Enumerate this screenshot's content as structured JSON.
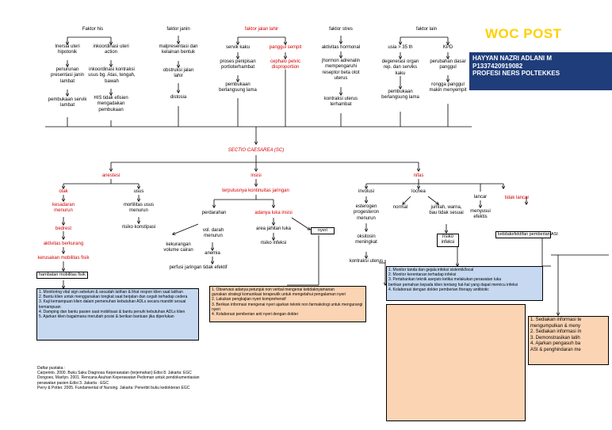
{
  "header": {
    "title": "WOC POST",
    "student_lines": [
      "HAYYAN NAZRI ADLANI M",
      "P1337420919082",
      "PROFESI NERS POLTEKKES"
    ]
  },
  "factors": {
    "his": {
      "label": "Faktor his",
      "left": [
        "Inersia uteri hipotonik",
        "penurunan presentasi janin lambat",
        "pembukaan servik lambat"
      ],
      "right": [
        "inkoordinasi uteri action",
        "inkoordinasi kontraksi usus bg. Atas, tengah, bawah",
        "HIS tidak efisien mengadakan pembukaan"
      ]
    },
    "janin": {
      "label": "faktor janin",
      "items": [
        "malpresentasi dan kelainan bentuk",
        "obstruksi jalan lahir",
        "distosia"
      ]
    },
    "jalan_lahir": {
      "label": "faktor jalan lahir",
      "left": [
        "servik kaku",
        "proses penipisan portioterhambat",
        "pembukaan berlangsung lama"
      ],
      "right": [
        "panggul sempit",
        "cephalo pelvic disproportion"
      ]
    },
    "stres": {
      "label": "faktor stres",
      "items": [
        "aktivitas hormonal",
        "jhormon adrenalin mempengaruhi reseptor beta otot uterus",
        "kontraksi uterus terhambat"
      ]
    },
    "lain": {
      "label": "faktor lain",
      "left": [
        "usia > 35 th",
        "degenerasi organ rep. dan serviks kaku",
        "pembukaan berlangsung lama"
      ],
      "right": [
        "KPD",
        "perubahan dasar panggul",
        "rongga panggul makin menyempit"
      ]
    }
  },
  "center": {
    "label": "SECTIO CAESAREA (SC)"
  },
  "anestesi": {
    "label": "anestesi",
    "otak": [
      "otak",
      "kesadaran menurun",
      "bedrest",
      "aktivitas berkurang",
      "kerusakan mobilitas fisik"
    ],
    "usus": [
      "usus",
      "mortilitas usus menurun",
      "risiko konstipasi"
    ],
    "diagnosis": "hambatan mobilitas fisik"
  },
  "insisi": {
    "label": "insisi",
    "sub": "terputusnya kontinuitas jaringan",
    "perdarahan": [
      "perdarahan",
      "vol. darah menurun",
      "kekurangan volume cairan",
      "anemia",
      "perfusi jaringan tidak efektif"
    ],
    "luka": [
      "adanya luka insisi",
      "area jahitan luka",
      "risiko infeksi"
    ],
    "nyeri": "nyeri"
  },
  "nifas": {
    "label": "nifas",
    "involusi": [
      "involusi",
      "esterogen progesteron menurun",
      "oksitosin meningkat",
      "kontraksi uterus"
    ],
    "lochea": [
      "lochea",
      "normal",
      "jumlah, warna, bau tidak sesuai",
      "risiko infeksi"
    ],
    "laktasi": [
      "lancar",
      "menyusui efektis",
      "tidak lancar"
    ],
    "diagnosis": "ketidakefektifan pemberian ASI"
  },
  "interventions": {
    "mobilitas": [
      "1. Monitoring vital sign sebelum & sesudah latihan & lihat respon klien saat latihan",
      "2. Bantu klien untuk menggunakan tongkat saat berjalan dan cegah terhadap cedera",
      "3. Kaji kemampuan klien dalam pemenuhan kebutuhan ADLs secara mandiri sesuai kemampuan",
      "4. Damping dan bantu pasien saat mobilisasi & bantu penuhi kebutuhan ADLs klien",
      "5. Ajarkan klien bagaimana merubah posisi & berikan bantuan jika diperlukan"
    ],
    "nyeri": [
      "1. Observasi adanya petunjuk non verbal mengenai ketidaknyamanan",
      "gunakan strategi komunikasi terapeutik untuk mengetahui pengalaman nyeri",
      "2. Lakukan pengkajian nyeri komprehensif",
      "3. Berikan informasi mengenai nyeri ajarkan teknik non farmakologi untuk mengurangi nyeri",
      "4. Kolaborasi pemberian anti nyeri dengan dokter"
    ],
    "infeksi": [
      "1. Monitor tanda dan gejala infeksi sistemik/local",
      "2. Monitor kerentanan terhadap infeksi",
      "3. Pertahankan teknik asepsis ketika melakukan perawatan luka",
      "berikan pemahan kepada klien tentang hal-hal yang dapat memicu infeksi",
      "4. Kolaborasi dengan dokter pemberian therapy antibiotic"
    ],
    "asi": [
      "1. Sediakan informasi te",
      "mengumpulkan & meny",
      "2. Sediakan informasi m",
      "3. Demonstrasikan latih",
      "4. Ajarkan pengasuh ba",
      "ASI & penghindaran me"
    ]
  },
  "references": {
    "heading": "Daftar pustaka :",
    "items": [
      "Carpenito. 2000. Buku Saku Diagnosa Keperawatan (terjemahan) Edisi 8. Jakarta: EGC",
      "Dongoes, Marilyn. 2001. Rencana Asuhan Keperawatan Pedoman untuk pendokumentasian",
      "perawatan pasien Edisi 3. Jakarta : EGC",
      "Perry & Potter. 2005. Fundamental of Nursing. Jakarta: Penerbit buku kedokteran EGC"
    ]
  },
  "colors": {
    "title": "#ffd000",
    "id_bg": "#1f3d7a",
    "red": "#d40000",
    "blue_box": "#c6d9f1",
    "orange_box": "#fbd4b4"
  }
}
